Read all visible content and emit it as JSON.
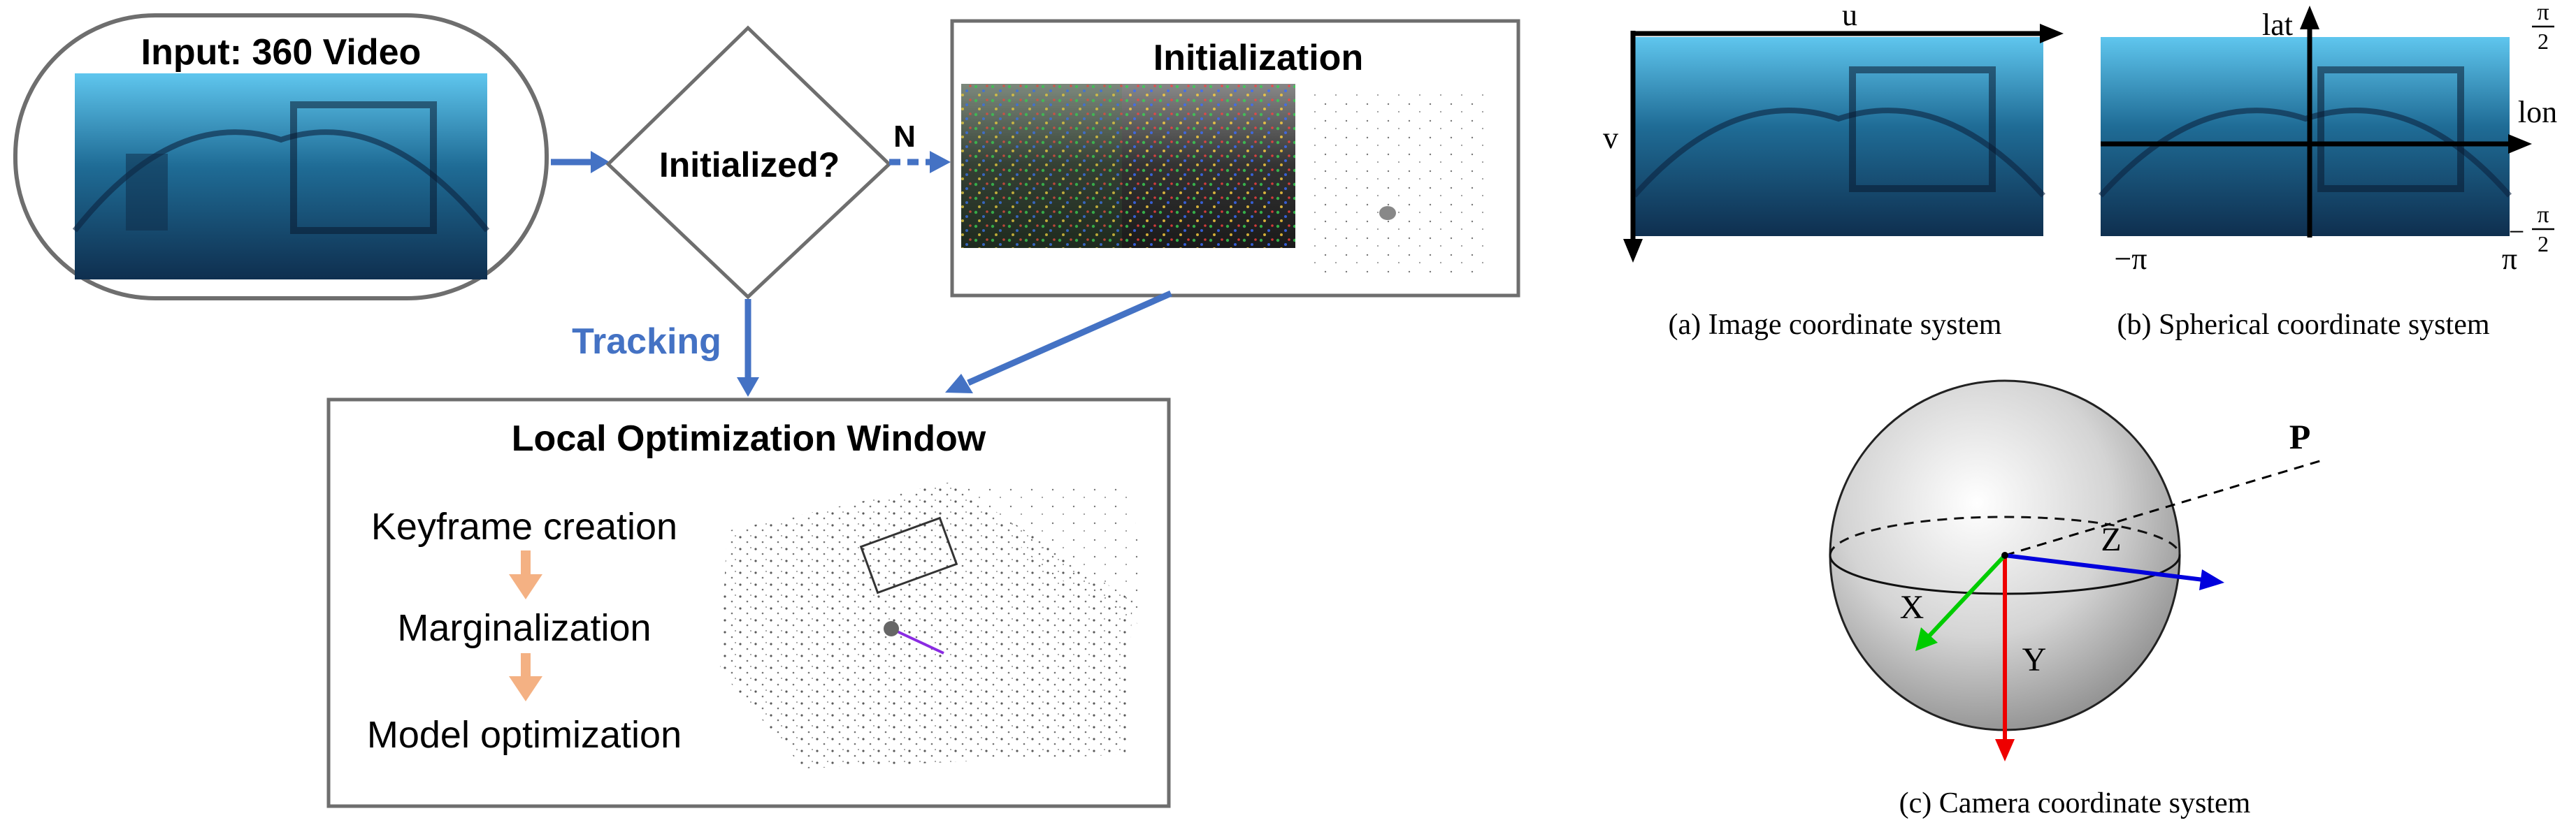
{
  "flowchart": {
    "input_label": "Input: 360 Video",
    "decision_label": "Initialized?",
    "no_label": "N",
    "initialization_label": "Initialization",
    "tracking_label": "Tracking",
    "local_window_title": "Local Optimization Window",
    "steps": [
      "Keyframe creation",
      "Marginalization",
      "Model optimization"
    ]
  },
  "image_coords": {
    "u_label": "u",
    "v_label": "v",
    "caption": "(a) Image coordinate system"
  },
  "spherical_coords": {
    "lat_label": "lat",
    "lon_label": "lon",
    "neg_pi": "−π",
    "pos_pi": "π",
    "pi_num": "π",
    "two": "2",
    "minus": "−",
    "caption": "(b) Spherical coordinate system"
  },
  "camera_coords": {
    "p_label": "P",
    "z_label": "Z",
    "x_label": "X",
    "y_label": "Y",
    "caption": "(c) Camera coordinate system"
  },
  "colors": {
    "flow_arrow": "#4472c4",
    "tracking_text": "#4472c4",
    "step_arrow": "#f4b183",
    "x_axis": "#00cc00",
    "y_axis": "#ee0000",
    "z_axis": "#0000dd"
  }
}
